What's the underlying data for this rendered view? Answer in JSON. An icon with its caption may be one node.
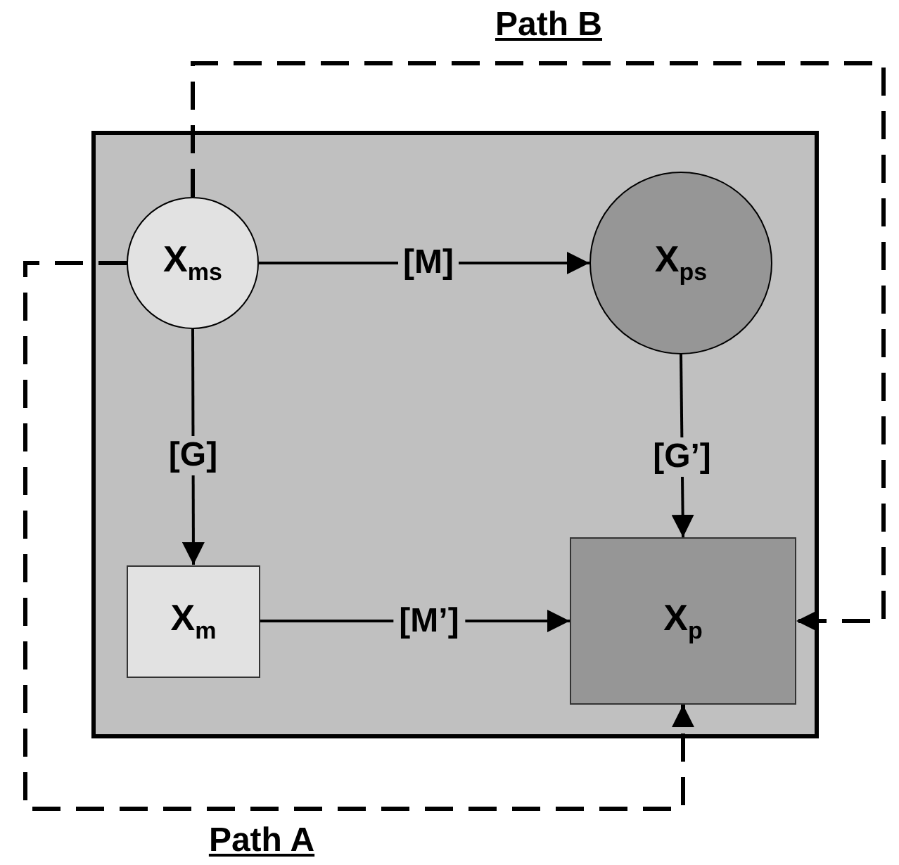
{
  "diagram": {
    "nodes": [
      {
        "text": [],
        "shape": "box"
      },
      {
        "text": [
          "X$_{ms}$"
        ],
        "in": 0
      },
      {
        "text": [
          "X$_{ps}$"
        ],
        "in": 0
      },
      {
        "text": [
          "X$_{m}$"
        ],
        "in": 0
      },
      {
        "text": [
          "X$_{p}$"
        ],
        "in": 0
      }
    ],
    "edges": [
      {
        "from": 1,
        "to": 2,
        "arrow": "to",
        "label": "[M]"
      },
      {
        "from": 1,
        "to": 3,
        "arrow": "to",
        "label": "[G]"
      },
      {
        "from": 2,
        "to": 4,
        "arrow": "to",
        "label": "[G’]"
      },
      {
        "from": 3,
        "to": 4,
        "arrow": "to",
        "label": "[M’]"
      },
      {
        "from": 1,
        "to": 4,
        "arrow": "to",
        "label": "Path B",
        "style": "dashed"
      },
      {
        "from": 1,
        "to": 4,
        "arrow": "to",
        "label": "Path A",
        "style": "dashed"
      }
    ]
  }
}
